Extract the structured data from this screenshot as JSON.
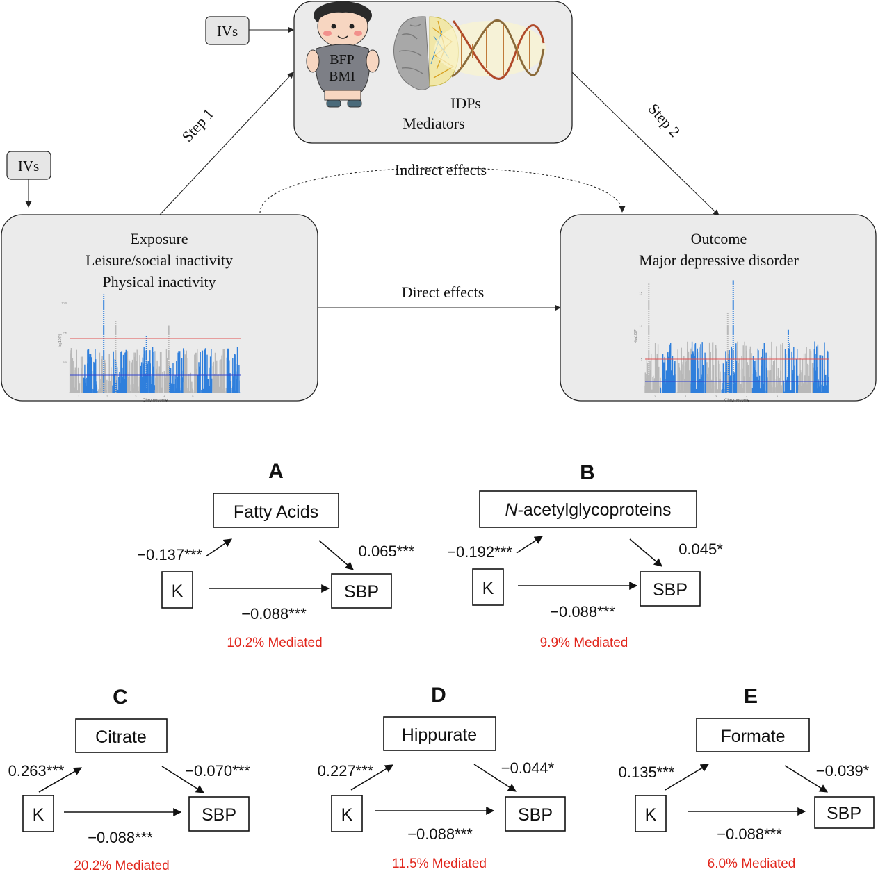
{
  "top_diagram": {
    "iv_label": "IVs",
    "mediator": {
      "bfp": "BFP",
      "bmi": "BMI",
      "idps": "IDPs",
      "mediators": "Mediators"
    },
    "step1": "Step 1",
    "step2": "Step 2",
    "indirect": "Indirect effects",
    "direct": "Direct effects",
    "exposure": {
      "title": "Exposure",
      "line1": "Leisure/social inactivity",
      "line2": "Physical inactivity"
    },
    "outcome": {
      "title": "Outcome",
      "line1": "Major depressive disorder"
    },
    "manhattan_exposure": {
      "xlabel": "Chromosome",
      "ylabel": "-log10(P)",
      "yticks": [
        "5.0",
        "7.5",
        "10.0"
      ],
      "xticks": [
        "1",
        "2",
        "3",
        "4",
        "5"
      ]
    },
    "manhattan_outcome": {
      "xlabel": "Chromosome",
      "ylabel": "-log10(P)",
      "yticks": [
        "5",
        "10",
        "15"
      ],
      "xticks": [
        "1",
        "2",
        "3",
        "4",
        "5"
      ]
    }
  },
  "panels": {
    "A": {
      "letter": "A",
      "mediator": "Fatty Acids",
      "a": "−0.137***",
      "b": "0.065***",
      "c": "−0.088***",
      "pct": "10.2% Mediated",
      "k": "K",
      "sbp": "SBP"
    },
    "B": {
      "letter": "B",
      "mediator_italic": "N",
      "mediator_rest": "-acetylglycoproteins",
      "a": "−0.192***",
      "b": "0.045*",
      "c": "−0.088***",
      "pct": "9.9% Mediated",
      "k": "K",
      "sbp": "SBP"
    },
    "C": {
      "letter": "C",
      "mediator": "Citrate",
      "a": "0.263***",
      "b": "−0.070***",
      "c": "−0.088***",
      "pct": "20.2% Mediated",
      "k": "K",
      "sbp": "SBP"
    },
    "D": {
      "letter": "D",
      "mediator": "Hippurate",
      "a": "0.227***",
      "b": "−0.044*",
      "c": "−0.088***",
      "pct": "11.5% Mediated",
      "k": "K",
      "sbp": "SBP"
    },
    "E": {
      "letter": "E",
      "mediator": "Formate",
      "a": "0.135***",
      "b": "−0.039*",
      "c": "−0.088***",
      "pct": "6.0% Mediated",
      "k": "K",
      "sbp": "SBP"
    }
  },
  "colors": {
    "box_fill": "#ebebeb",
    "manhattan_grey": "#b8b8b8",
    "manhattan_blue": "#2f7fdc",
    "threshold_red": "#e05050",
    "threshold_blue": "#3344cc",
    "mediated_red": "#e1261c"
  }
}
